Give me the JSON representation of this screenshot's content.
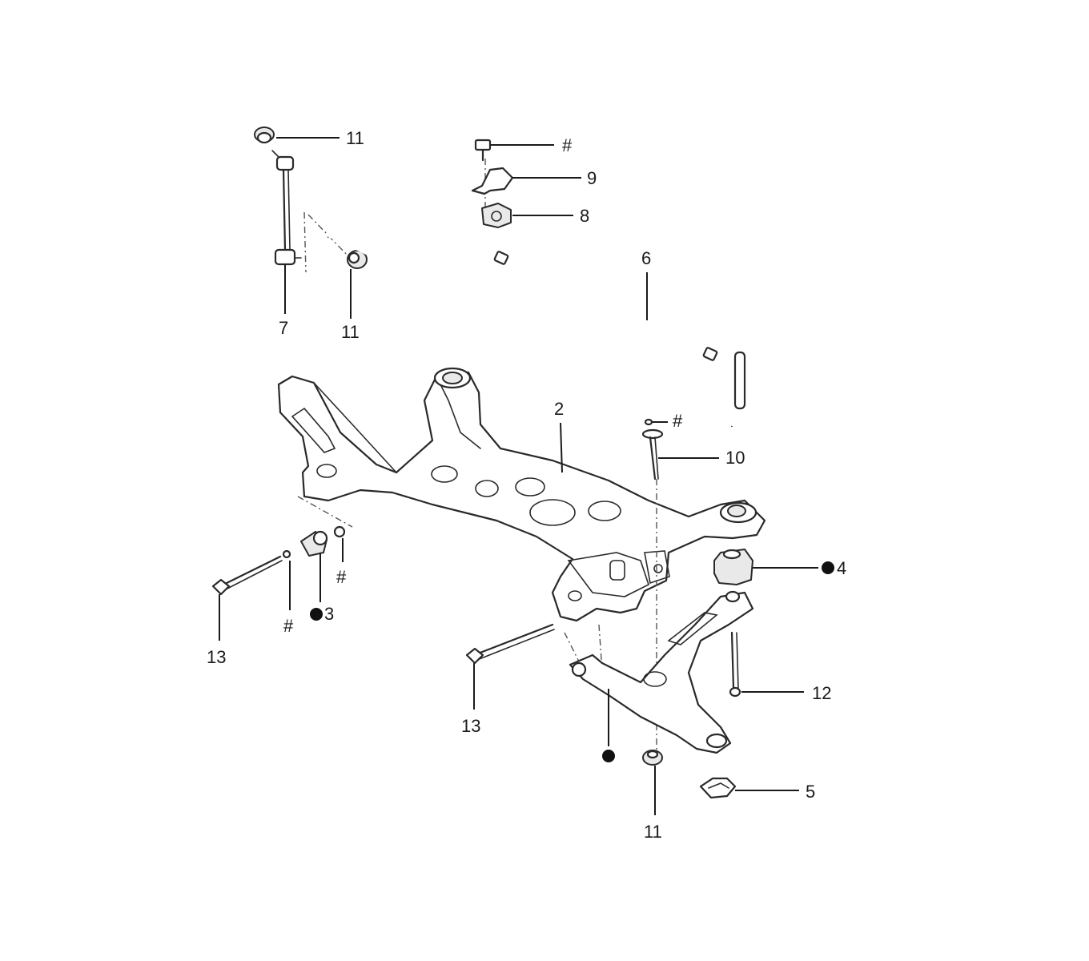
{
  "callouts": {
    "c11_top": "11",
    "c_hash_bolt_top": "#",
    "c9": "9",
    "c8": "8",
    "c6": "6",
    "c7": "7",
    "c11_mid": "11",
    "c2": "2",
    "c_hash_10": "#",
    "c10": "10",
    "c4": "4",
    "c_hash_right_bush": "#",
    "c_hash_left_bush": "#",
    "c3": "3",
    "c13_left": "13",
    "c13_mid": "13",
    "c12": "12",
    "c5": "5",
    "c11_bottom": "11"
  },
  "legend_marks": {
    "filled_dot": "●"
  }
}
